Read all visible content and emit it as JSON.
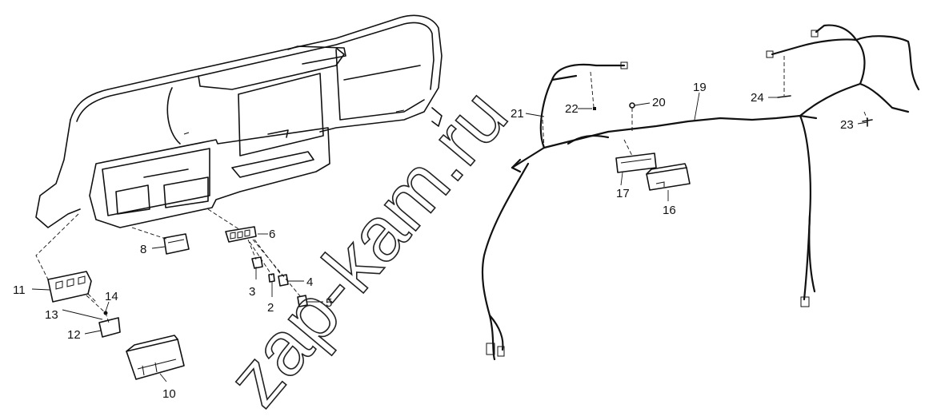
{
  "watermark": "zap-kam.ru",
  "callouts": {
    "c1": "2",
    "c2": "3",
    "c3": "4",
    "c4": "5",
    "c5": "6",
    "c6": "8",
    "c7": "10",
    "c8": "11",
    "c9": "12",
    "c10": "13",
    "c11": "14",
    "c12": "16",
    "c13": "17",
    "c14": "19",
    "c15": "20",
    "c16": "21",
    "c17": "22",
    "c18": "23",
    "c19": "24"
  }
}
